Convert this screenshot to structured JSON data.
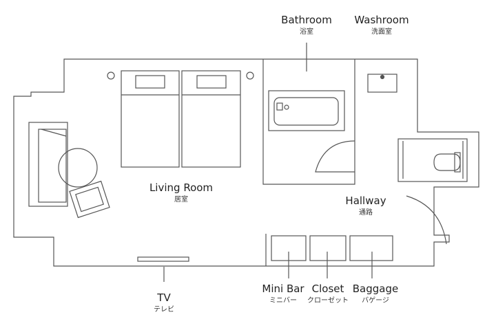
{
  "rooms": {
    "bathroom": {
      "en": "Bathroom",
      "jp": "浴室"
    },
    "washroom": {
      "en": "Washroom",
      "jp": "洗面室"
    },
    "living_room": {
      "en": "Living Room",
      "jp": "居室"
    },
    "hallway": {
      "en": "Hallway",
      "jp": "通路"
    },
    "tv": {
      "en": "TV",
      "jp": "テレビ"
    },
    "mini_bar": {
      "en": "Mini Bar",
      "jp": "ミニバー"
    },
    "closet": {
      "en": "Closet",
      "jp": "クローゼット"
    },
    "baggage": {
      "en": "Baggage",
      "jp": "バゲージ"
    }
  },
  "colors": {
    "line": "#555555",
    "background": "#ffffff"
  }
}
